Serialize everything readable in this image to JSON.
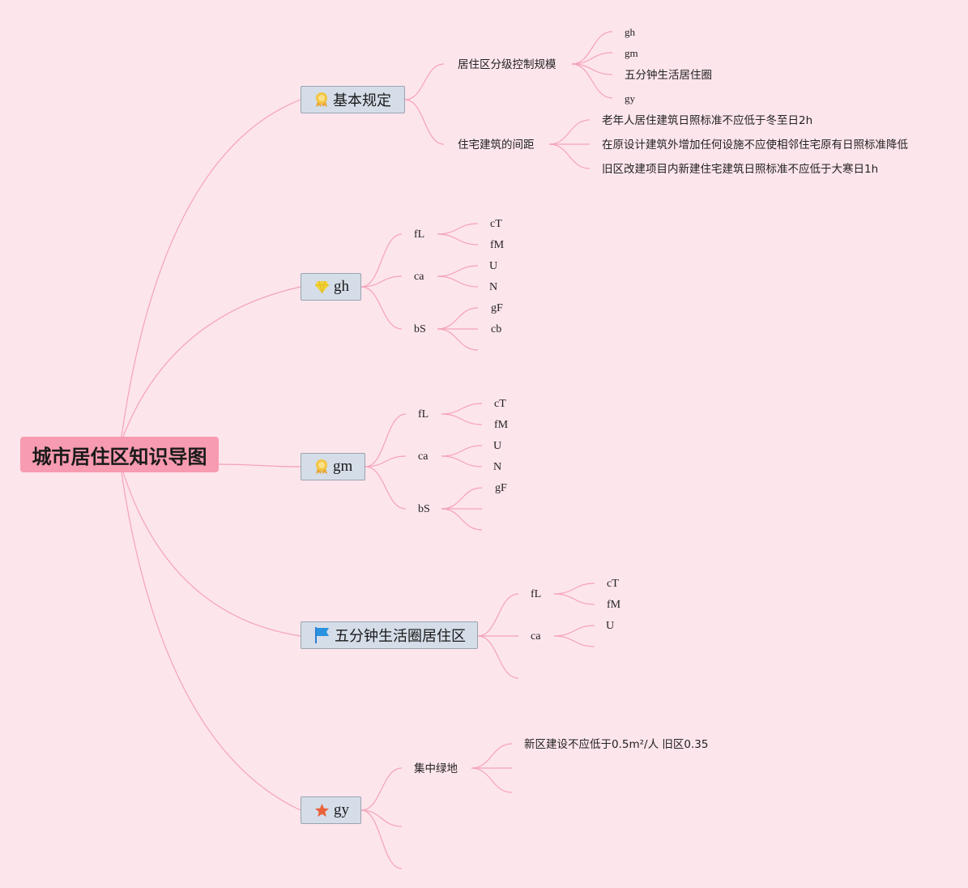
{
  "root": {
    "label": "城市居住区知识导图"
  },
  "branches": [
    {
      "label": "基本规定",
      "icon": "ribbon-medal-icon",
      "children": [
        {
          "label": "居住区分级控制规模",
          "children": [
            "gh",
            "gm",
            "五分钟生活居住圈",
            "gy"
          ]
        },
        {
          "label": "住宅建筑的间距",
          "children": [
            "老年人居住建筑日照标准不应低于冬至日2h",
            "在原设计建筑外增加任何设施不应使相邻住宅原有日照标准降低",
            "旧区改建项目内新建住宅建筑日照标准不应低于大寒日1h"
          ]
        }
      ]
    },
    {
      "label": "gh",
      "icon": "gem-icon",
      "children": [
        {
          "label": "fL",
          "children": [
            "cT",
            "fM"
          ]
        },
        {
          "label": "ca",
          "children": [
            "U",
            "N"
          ]
        },
        {
          "label": "bS",
          "children": [
            "gF",
            "cb",
            ""
          ]
        }
      ]
    },
    {
      "label": "gm",
      "icon": "ribbon-medal-icon",
      "children": [
        {
          "label": "fL",
          "children": [
            "cT",
            "fM"
          ]
        },
        {
          "label": "ca",
          "children": [
            "U",
            "N"
          ]
        },
        {
          "label": "bS",
          "children": [
            "gF",
            "",
            ""
          ]
        }
      ]
    },
    {
      "label": "五分钟生活圈居住区",
      "icon": "flag-icon",
      "children": [
        {
          "label": "fL",
          "children": [
            "cT",
            "fM"
          ]
        },
        {
          "label": "ca",
          "children": [
            "U",
            ""
          ]
        },
        {
          "label": "",
          "children": []
        }
      ]
    },
    {
      "label": "gy",
      "icon": "star-icon",
      "children": [
        {
          "label": "集中绿地",
          "children": [
            "新区建设不应低于0.5m²/人 旧区0.35",
            "",
            ""
          ]
        },
        {
          "label": "",
          "children": []
        },
        {
          "label": "",
          "children": []
        }
      ]
    }
  ],
  "colors": {
    "background": "#fde5ec",
    "root": "#f79bb0",
    "branch": "#d4dde8",
    "link": "#f4a3b8"
  }
}
